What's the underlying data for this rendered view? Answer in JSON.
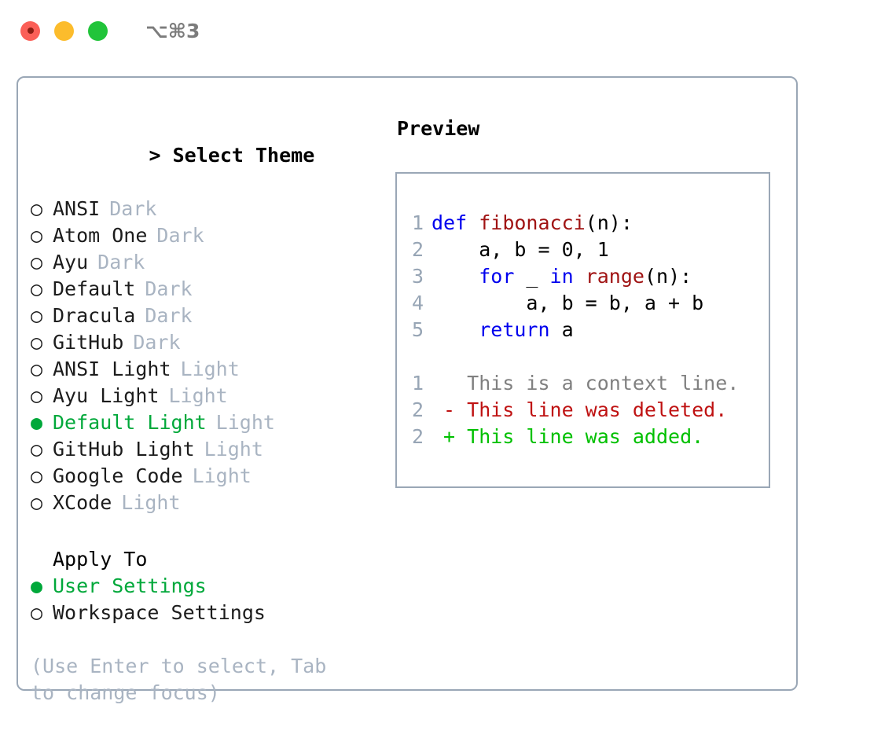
{
  "window": {
    "shortcut_label": "⌥⌘3",
    "traffic_lights": [
      {
        "name": "close",
        "color": "#fb5f57"
      },
      {
        "name": "minimize",
        "color": "#fcbc2c"
      },
      {
        "name": "zoom",
        "color": "#21c43a"
      }
    ]
  },
  "colors": {
    "accent_selected": "#00a83a",
    "muted_tag": "#a9b4c2",
    "border": "#9aa7b6",
    "keyword": "#0000ee",
    "function": "#a01313",
    "diff_add": "#00c000",
    "diff_del": "#bf1212",
    "diff_context": "#808080",
    "lineno": "#97a5b5"
  },
  "theme_picker": {
    "caret": "> ",
    "title": "Select Theme",
    "bullet_unselected": "○",
    "bullet_selected": "●",
    "options": [
      {
        "label": "ANSI",
        "tag": "Dark",
        "selected": false
      },
      {
        "label": "Atom One",
        "tag": "Dark",
        "selected": false
      },
      {
        "label": "Ayu",
        "tag": "Dark",
        "selected": false
      },
      {
        "label": "Default",
        "tag": "Dark",
        "selected": false
      },
      {
        "label": "Dracula",
        "tag": "Dark",
        "selected": false
      },
      {
        "label": "GitHub",
        "tag": "Dark",
        "selected": false
      },
      {
        "label": "ANSI Light",
        "tag": "Light",
        "selected": false
      },
      {
        "label": "Ayu Light",
        "tag": "Light",
        "selected": false
      },
      {
        "label": "Default Light",
        "tag": "Light",
        "selected": true
      },
      {
        "label": "GitHub Light",
        "tag": "Light",
        "selected": false
      },
      {
        "label": "Google Code",
        "tag": "Light",
        "selected": false
      },
      {
        "label": "XCode",
        "tag": "Light",
        "selected": false
      }
    ]
  },
  "apply_to": {
    "title": "Apply To",
    "options": [
      {
        "label": "User Settings",
        "selected": true
      },
      {
        "label": "Workspace Settings",
        "selected": false
      }
    ]
  },
  "hint": "(Use Enter to select, Tab to change focus)",
  "preview": {
    "title": "Preview",
    "code_lines": [
      {
        "lineno": "1",
        "tokens": [
          {
            "text": "def ",
            "type": "kw"
          },
          {
            "text": "fibonacci",
            "type": "fn"
          },
          {
            "text": "(n):",
            "type": "plain"
          }
        ]
      },
      {
        "lineno": "2",
        "tokens": [
          {
            "text": "    a, b = 0, 1",
            "type": "plain"
          }
        ]
      },
      {
        "lineno": "3",
        "tokens": [
          {
            "text": "    ",
            "type": "plain"
          },
          {
            "text": "for",
            "type": "kw"
          },
          {
            "text": " _ ",
            "type": "plain"
          },
          {
            "text": "in",
            "type": "kw"
          },
          {
            "text": " ",
            "type": "plain"
          },
          {
            "text": "range",
            "type": "fn"
          },
          {
            "text": "(n):",
            "type": "plain"
          }
        ]
      },
      {
        "lineno": "4",
        "tokens": [
          {
            "text": "        a, b = b, a + b",
            "type": "plain"
          }
        ]
      },
      {
        "lineno": "5",
        "tokens": [
          {
            "text": "    ",
            "type": "plain"
          },
          {
            "text": "return",
            "type": "kw"
          },
          {
            "text": " a",
            "type": "plain"
          }
        ]
      }
    ],
    "diff_lines": [
      {
        "lineno": "1",
        "marker": " ",
        "text": "This is a context line.",
        "kind": "context"
      },
      {
        "lineno": "2",
        "marker": "-",
        "text": "This line was deleted.",
        "kind": "del"
      },
      {
        "lineno": "2",
        "marker": "+",
        "text": "This line was added.",
        "kind": "add"
      }
    ]
  }
}
